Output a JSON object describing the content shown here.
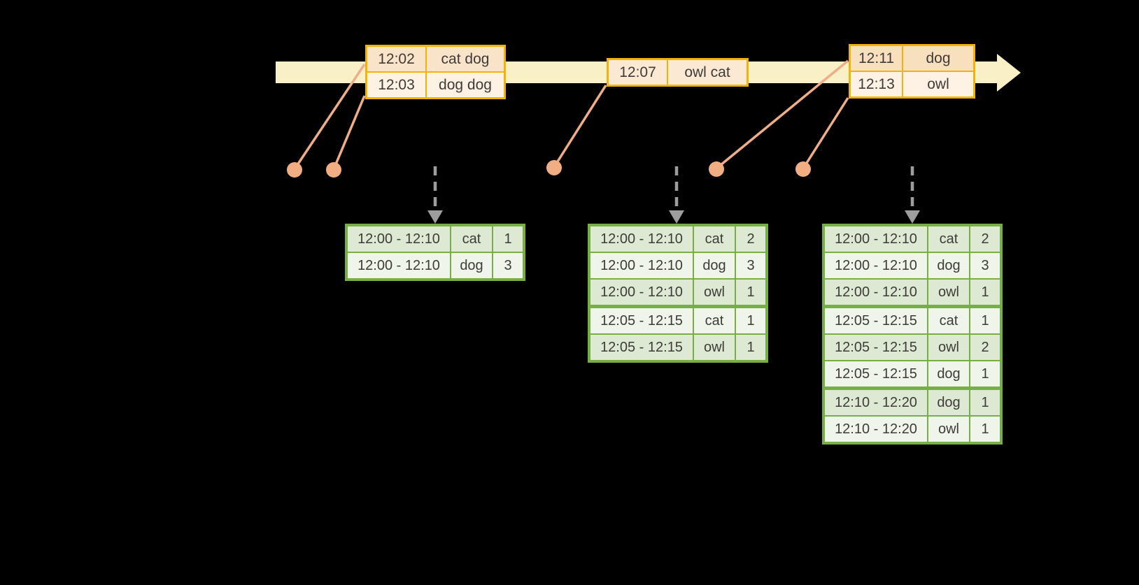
{
  "palette": {
    "background": "#000000",
    "timeline_fill": "#FAF0C8",
    "event_table_border": "#F1B306",
    "event_row_dark": "#FAE4C9",
    "event_row_light": "#FDF2E3",
    "connector_line": "#EFAE87",
    "event_dot": "#F2AE83",
    "trigger_arrow": "#9D9D9D",
    "result_table_border": "#77AF45",
    "result_row_dark": "#DEE9D4",
    "result_row_light": "#F0F5EC",
    "text": "#3E3B38"
  },
  "event_tables": [
    {
      "rows": [
        [
          "12:02",
          "cat dog"
        ],
        [
          "12:03",
          "dog dog"
        ]
      ]
    },
    {
      "rows": [
        [
          "12:07",
          "owl cat"
        ]
      ]
    },
    {
      "rows": [
        [
          "12:11",
          "dog"
        ],
        [
          "12:13",
          "owl"
        ]
      ]
    }
  ],
  "result_tables": [
    {
      "rows": [
        [
          "12:00 - 12:10",
          "cat",
          "1"
        ],
        [
          "12:00 - 12:10",
          "dog",
          "3"
        ]
      ],
      "group_start_indices": []
    },
    {
      "rows": [
        [
          "12:00 - 12:10",
          "cat",
          "2"
        ],
        [
          "12:00 - 12:10",
          "dog",
          "3"
        ],
        [
          "12:00 - 12:10",
          "owl",
          "1"
        ],
        [
          "12:05 - 12:15",
          "cat",
          "1"
        ],
        [
          "12:05 - 12:15",
          "owl",
          "1"
        ]
      ],
      "group_start_indices": [
        3
      ]
    },
    {
      "rows": [
        [
          "12:00 - 12:10",
          "cat",
          "2"
        ],
        [
          "12:00 - 12:10",
          "dog",
          "3"
        ],
        [
          "12:00 - 12:10",
          "owl",
          "1"
        ],
        [
          "12:05 - 12:15",
          "cat",
          "1"
        ],
        [
          "12:05 - 12:15",
          "owl",
          "2"
        ],
        [
          "12:05 - 12:15",
          "dog",
          "1"
        ],
        [
          "12:10 - 12:20",
          "dog",
          "1"
        ],
        [
          "12:10 - 12:20",
          "owl",
          "1"
        ]
      ],
      "group_start_indices": [
        3,
        6
      ]
    }
  ]
}
